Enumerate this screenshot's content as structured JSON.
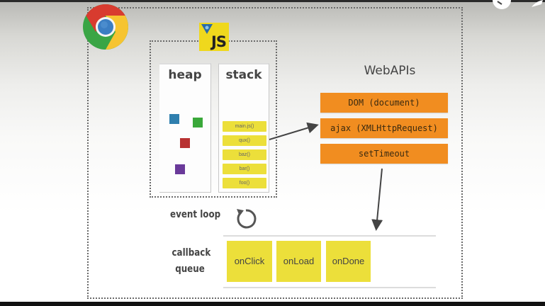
{
  "diagram": {
    "browser_logo": "chrome-logo",
    "engine_logo": {
      "text": "JS",
      "icon": "v8-js-logo"
    },
    "heap": {
      "title": "heap",
      "objects": [
        {
          "color": "#2f7fae"
        },
        {
          "color": "#3aa83a"
        },
        {
          "color": "#b83232"
        },
        {
          "color": "#6a3a9a"
        }
      ]
    },
    "stack": {
      "title": "stack",
      "frames": [
        "main.js()",
        "qux()",
        "baz()",
        "bar()",
        "foo()"
      ]
    },
    "webapis": {
      "title": "WebAPIs",
      "items": [
        "DOM (document)",
        "ajax (XMLHttpRequest)",
        "setTimeout"
      ]
    },
    "event_loop": {
      "label": "event loop",
      "icon": "loop-arrow-icon"
    },
    "callback_queue": {
      "label_line1": "callback",
      "label_line2": "queue",
      "items": [
        "onClick",
        "onLoad",
        "onDone"
      ]
    },
    "colors": {
      "stack_frame": "#ecdf3a",
      "webapi": "#f18d20",
      "callback": "#ecdf3a"
    }
  }
}
